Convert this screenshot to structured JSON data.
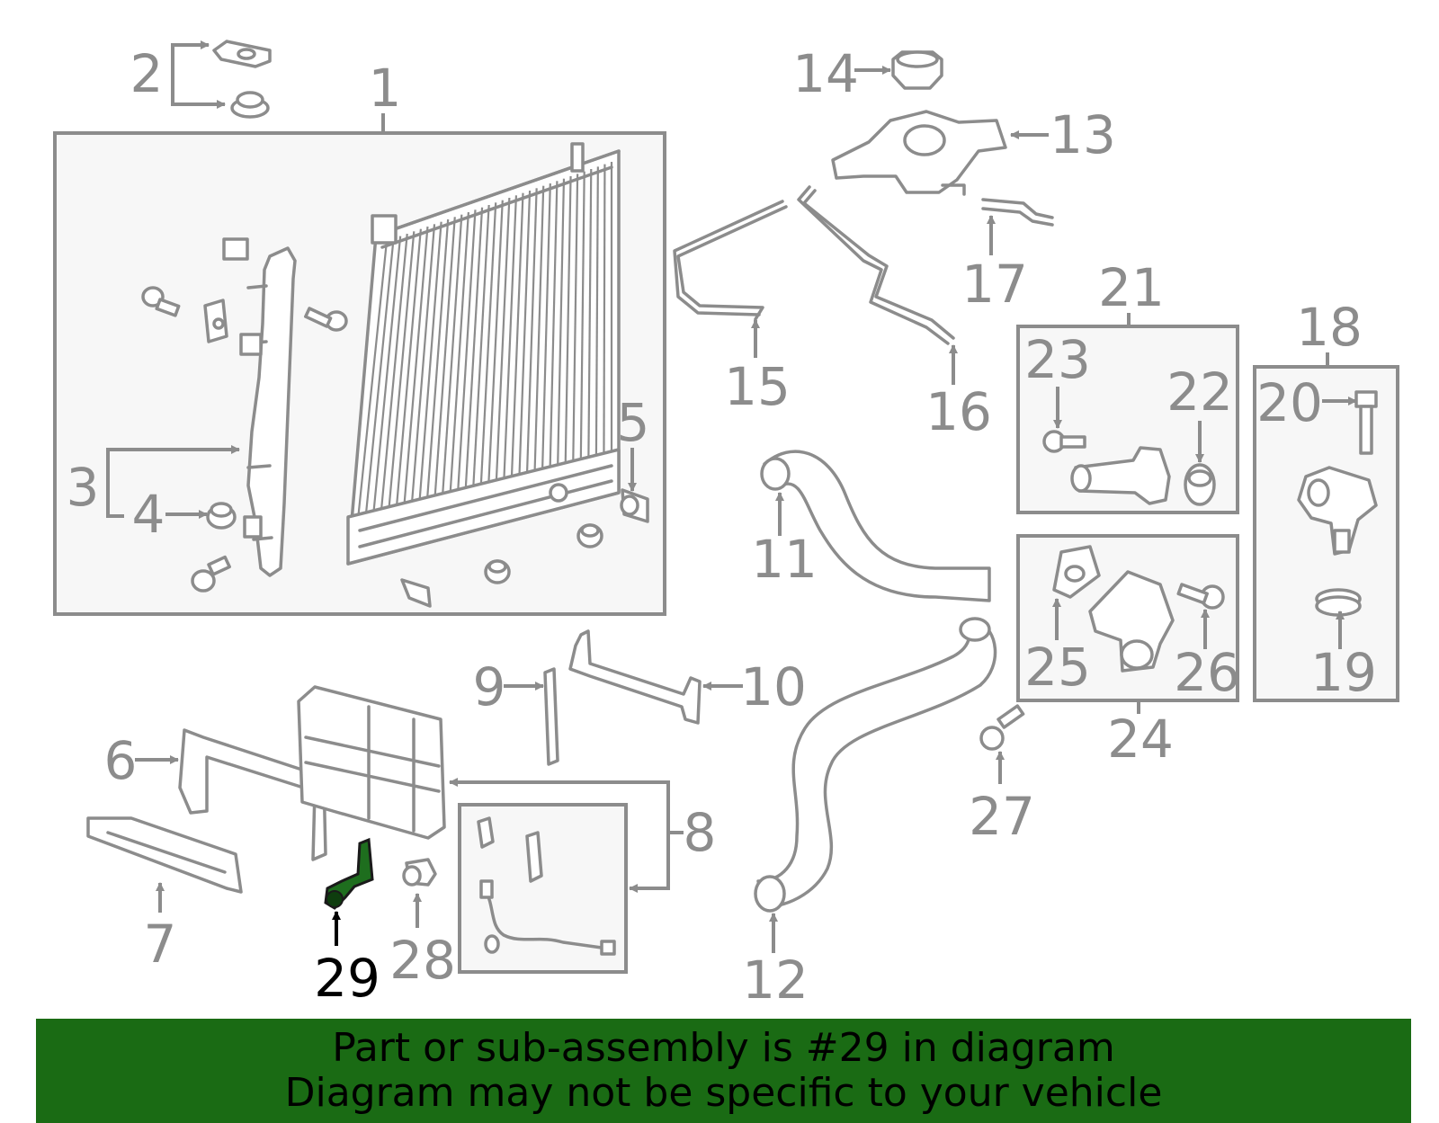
{
  "callouts": {
    "c1": "1",
    "c2": "2",
    "c3": "3",
    "c4": "4",
    "c5": "5",
    "c6": "6",
    "c7": "7",
    "c8": "8",
    "c9": "9",
    "c10": "10",
    "c11": "11",
    "c12": "12",
    "c13": "13",
    "c14": "14",
    "c15": "15",
    "c16": "16",
    "c17": "17",
    "c18": "18",
    "c19": "19",
    "c20": "20",
    "c21": "21",
    "c22": "22",
    "c23": "23",
    "c24": "24",
    "c25": "25",
    "c26": "26",
    "c27": "27",
    "c28": "28",
    "c29": "29"
  },
  "highlighted_part": "29",
  "colors": {
    "line_art": "#8c8c8c",
    "highlight_part": "#1e6e1e",
    "highlight_label": "#000000",
    "banner": "#1a6b14"
  },
  "banner": {
    "line1": "Part or sub-assembly is #29 in diagram",
    "line2": "Diagram may not be specific to your vehicle"
  }
}
